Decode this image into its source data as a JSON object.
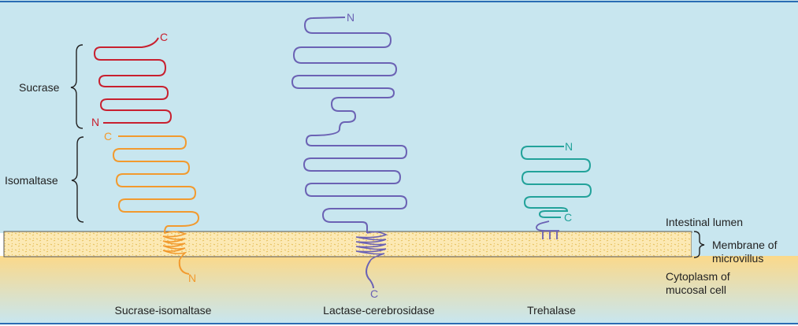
{
  "colors": {
    "lumen": "#c8e6ef",
    "membrane": "#fce9b4",
    "membrane_dots": "#e2b84a",
    "cytoplasm_top": "#fbd98a",
    "border": "#2a6db4",
    "sucrase": "#c8202f",
    "isomaltase": "#f29a2e",
    "lactase": "#6b62b4",
    "trehalase": "#22a29a"
  },
  "labels": {
    "sucrase": "Sucrase",
    "isomaltase": "Isomaltase",
    "intestinal_lumen": "Intestinal lumen",
    "membrane_line1": "Membrane of",
    "membrane_line2": "microvillus",
    "cytoplasm_line1": "Cytoplasm of",
    "cytoplasm_line2": "mucosal cell"
  },
  "enzymes": [
    {
      "name": "Sucrase-isomaltase"
    },
    {
      "name": "Lactase-cerebrosidase"
    },
    {
      "name": "Trehalase"
    }
  ],
  "termini": {
    "sucrase_c": "C",
    "sucrase_n": "N",
    "isomaltase_c": "C",
    "isomaltase_n": "N",
    "lactase_n": "N",
    "lactase_c": "C",
    "trehalase_n": "N",
    "trehalase_c": "C"
  }
}
